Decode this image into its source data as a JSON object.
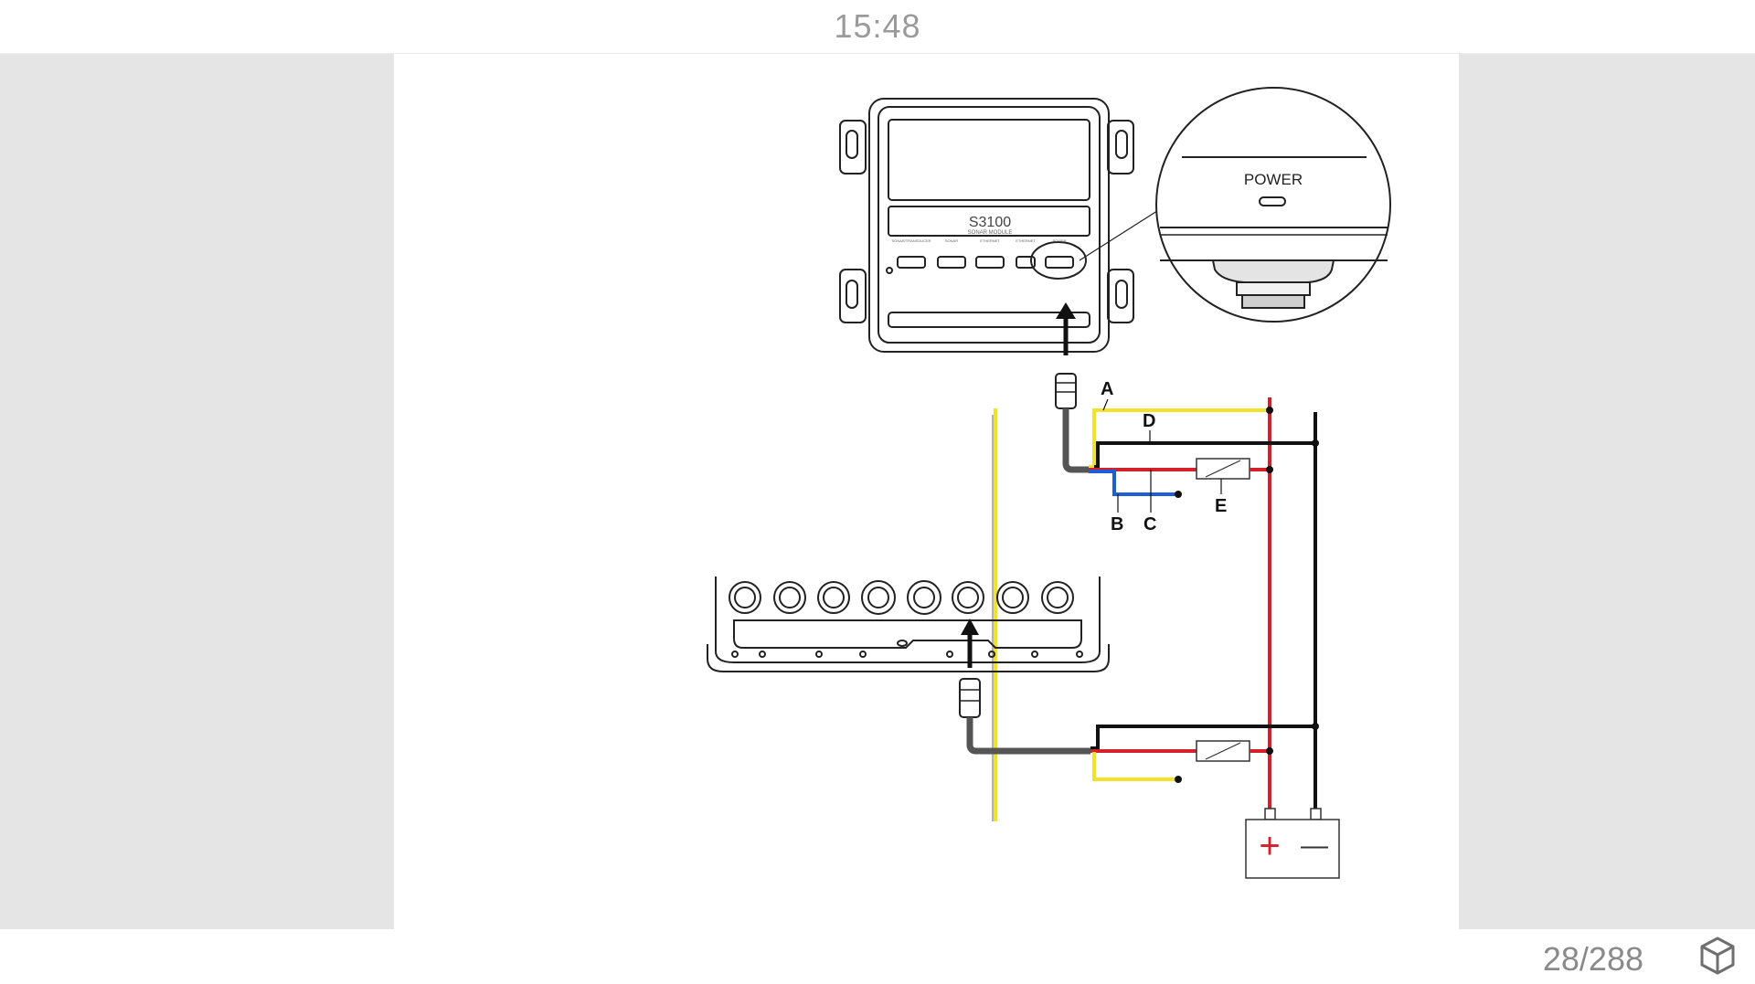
{
  "status_bar": {
    "time": "15:48"
  },
  "document": {
    "module": {
      "model": "S3100",
      "subtitle": "SONAR MODULE",
      "ports": [
        "SONAR/TRANSDUCER",
        "SONAR",
        "ETHERNET",
        "ETHERNET",
        "POWER"
      ]
    },
    "zoom_callout_label": "POWER",
    "wire_labels": {
      "a": "A",
      "b": "B",
      "c": "C",
      "d": "D",
      "e": "E"
    },
    "battery": {
      "plus": "+",
      "minus": "—"
    },
    "wire_colors": {
      "yellow": "#f2e22a",
      "red": "#d3202a",
      "black": "#111111",
      "blue": "#1f5fd6",
      "cable": "#555555"
    }
  },
  "footer": {
    "page_indicator": "28/288",
    "icon": "cube-icon"
  }
}
